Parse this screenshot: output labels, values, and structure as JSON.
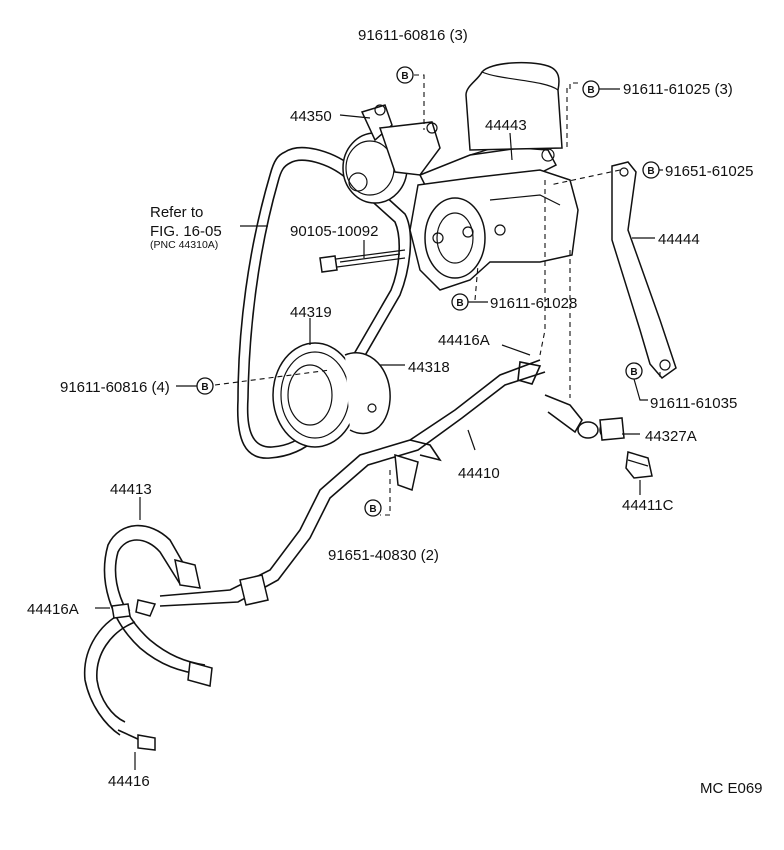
{
  "labels": {
    "b1": "91611-60816 (3)",
    "b2": "91611-61025 (3)",
    "b3": "91651-61025",
    "p44350": "44350",
    "p44443": "44443",
    "refer1": "Refer to",
    "refer2": "FIG. 16-05",
    "refer3": "(PNC 44310A)",
    "p90105": "90105-10092",
    "p44444": "44444",
    "p44319": "44319",
    "b4": "91611-61028",
    "p44416a_top": "44416A",
    "p44318": "44318",
    "b5": "91611-60816 (4)",
    "b6": "91611-61035",
    "p44327a": "44327A",
    "p44410": "44410",
    "p44413": "44413",
    "p44411c": "44411C",
    "b7": "91651-40830 (2)",
    "p44416a_left": "44416A",
    "p44416": "44416",
    "code": "MC   E069"
  },
  "badge_symbol": "B",
  "colors": {
    "ink": "#111111",
    "paper": "#ffffff"
  }
}
